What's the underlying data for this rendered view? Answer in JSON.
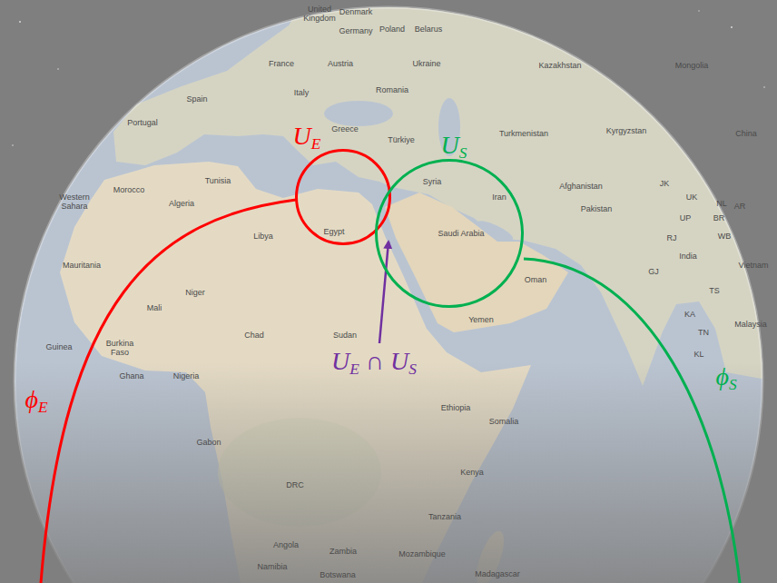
{
  "diagram": {
    "nodes": [
      {
        "text": [
          "UE"
        ]
      },
      {
        "text": [
          "US"
        ]
      }
    ],
    "labels": [
      "United Kingdom",
      "Denmark",
      "Germany",
      "Poland",
      "Belarus",
      "France",
      "Austria",
      "Ukraine",
      "Kazakhstan",
      "Mongolia",
      "Spain",
      "Italy",
      "Romania",
      "Portugal",
      "Greece",
      "Türkiye",
      "Turkmenistan",
      "Kyrgyzstan",
      "China",
      "Morocco",
      "Tunisia",
      "Syria",
      "Iran",
      "Afghanistan",
      "JK",
      "UK",
      "NL",
      "AR",
      "Pakistan",
      "UP",
      "BR",
      "Western Sahara",
      "Algeria",
      "Libya",
      "Egypt",
      "Saudi Arabia",
      "RJ",
      "WB",
      "India",
      "GJ",
      "Vietnam",
      "Mauritania",
      "Oman",
      "TS",
      "Niger",
      "Mali",
      "KA",
      "Yemen",
      "Malaysia",
      "TN",
      "Chad",
      "Sudan",
      "Guinea",
      "Burkina Faso",
      "KL",
      "UE ∩ US",
      "Ghana",
      "Nigeria",
      "ϕS",
      "ϕE",
      "Ethiopia",
      "Somalia",
      "Gabon",
      "Kenya",
      "DRC",
      "Tanzania",
      "Angola",
      "Zambia",
      "Mozambique",
      "Namibia",
      "Botswana",
      "Madagascar"
    ]
  }
}
